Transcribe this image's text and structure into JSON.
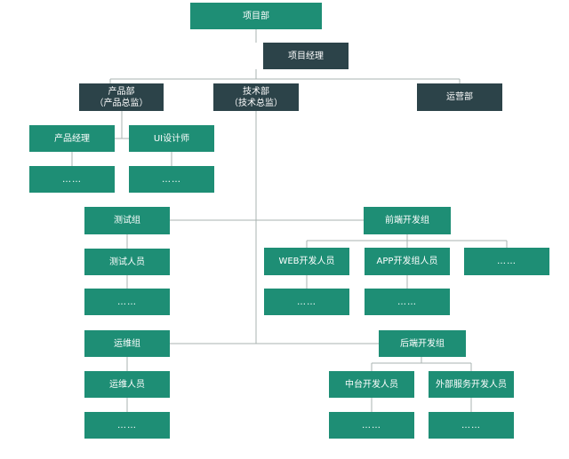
{
  "colors": {
    "teal": "#1e8e75",
    "dark": "#2c4349",
    "connector": "#a9b3b1"
  },
  "nodes": {
    "project_dept": "项目部",
    "project_manager": "项目经理",
    "product_dept": "产品部",
    "product_dept_sub": "（产品总监）",
    "tech_dept": "技术部",
    "tech_dept_sub": "（技术总监）",
    "ops_dept": "运营部",
    "product_manager": "产品经理",
    "product_manager_more": "……",
    "ui_designer": "UI设计师",
    "ui_designer_more": "……",
    "test_group": "测试组",
    "tester": "测试人员",
    "tester_more": "……",
    "frontend_group": "前端开发组",
    "web_dev": "WEB开发人员",
    "web_dev_more": "……",
    "app_dev": "APP开发组人员",
    "app_dev_more": "……",
    "frontend_more": "……",
    "devops_group": "运维组",
    "devops_staff": "运维人员",
    "devops_more": "……",
    "backend_group": "后端开发组",
    "middle_platform_dev": "中台开发人员",
    "middle_platform_more": "……",
    "external_service_dev": "外部服务开发人员",
    "external_service_more": "……"
  }
}
